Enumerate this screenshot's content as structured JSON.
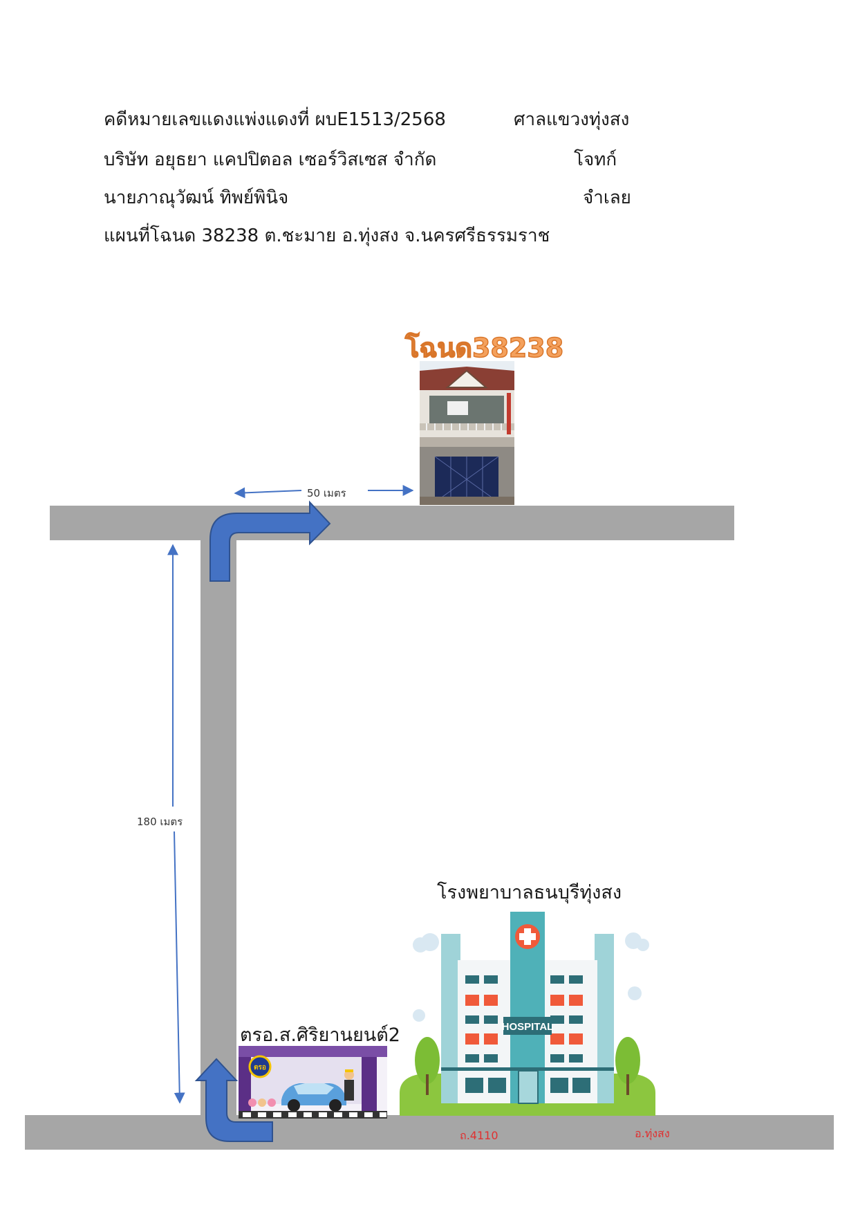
{
  "header": {
    "case_line": "คดีหมายเลขแดงแพ่งแดงที่ ผบE1513/2568",
    "court": "ศาลแขวงทุ่งสง",
    "plaintiff_name": "บริษัท อยุธยา แคปปิตอล เซอร์วิสเซส จำกัด",
    "plaintiff_role": "โจทก์",
    "defendant_name": "นายภาณุวัฒน์ ทิพย์พินิจ",
    "defendant_role": "จำเลย",
    "map_title": "แผนที่โฉนด 38238 ต.ชะมาย อ.ทุ่งสง จ.นครศรีธรรมราช"
  },
  "map": {
    "deed_label": "โฉนด38238",
    "distance_top": "50 เมตร",
    "distance_side": "180 เมตร",
    "hospital_label": "โรงพยาบาลธนบุรีทุ่งสง",
    "hospital_sign": "HOSPITAL",
    "garage_label": "ตรอ.ส.ศิริยานยนต์2",
    "garage_sign": "ตรอ",
    "road_number": "ถ.4110",
    "district_label": "อ.ทุ่งสง"
  },
  "colors": {
    "road": "#a6a6a6",
    "arrow_fill": "#4472c4",
    "arrow_stroke": "#2f528f",
    "deed_label": "#f4a15d",
    "red_label": "#e03030",
    "dimension_line": "#4472c4"
  }
}
